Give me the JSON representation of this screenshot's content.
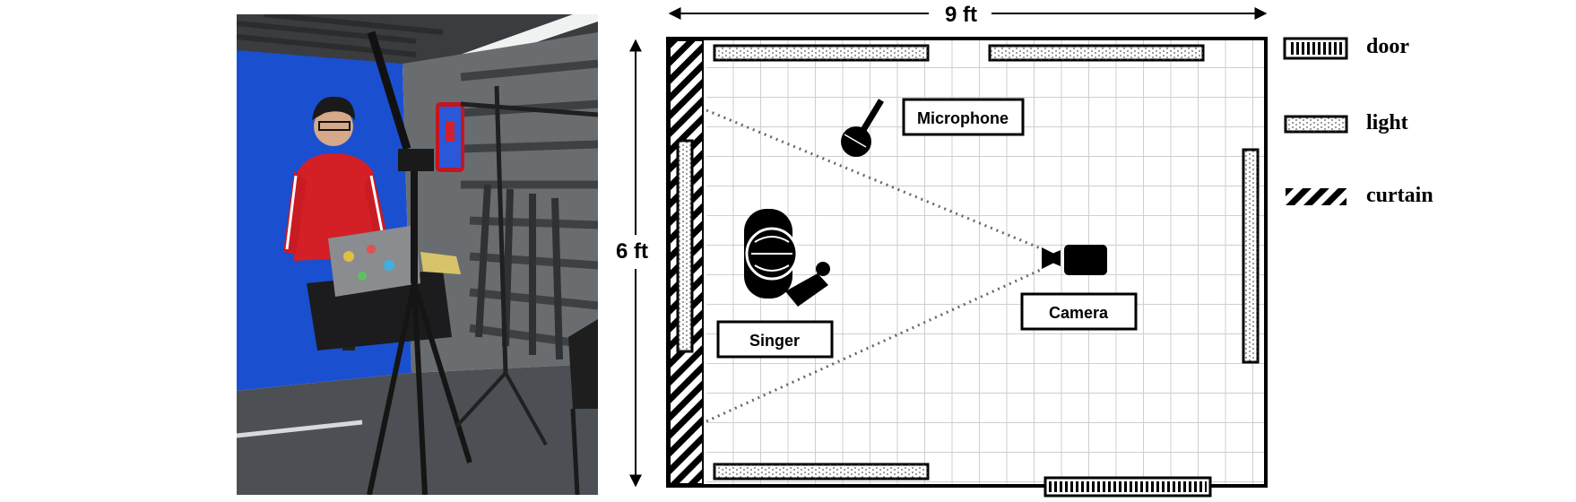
{
  "photo": {
    "subject": "person-at-laptop",
    "colors": {
      "backdrop": "#1a55d6",
      "shirt": "#d61f26",
      "foam": "#5b5e60",
      "floor": "#4a4d52",
      "ceiling": "#3c3e40"
    }
  },
  "dimensions": {
    "width_label": "9 ft",
    "height_label": "6 ft"
  },
  "labels": {
    "microphone": "Microphone",
    "singer": "Singer",
    "camera": "Camera"
  },
  "legend": {
    "door": "door",
    "light": "light",
    "curtain": "curtain"
  },
  "icons": [
    "microphone-icon",
    "singer-icon",
    "camera-icon"
  ],
  "colors": {
    "ink": "#000000",
    "grid": "#cfcfcf",
    "background": "#ffffff"
  }
}
